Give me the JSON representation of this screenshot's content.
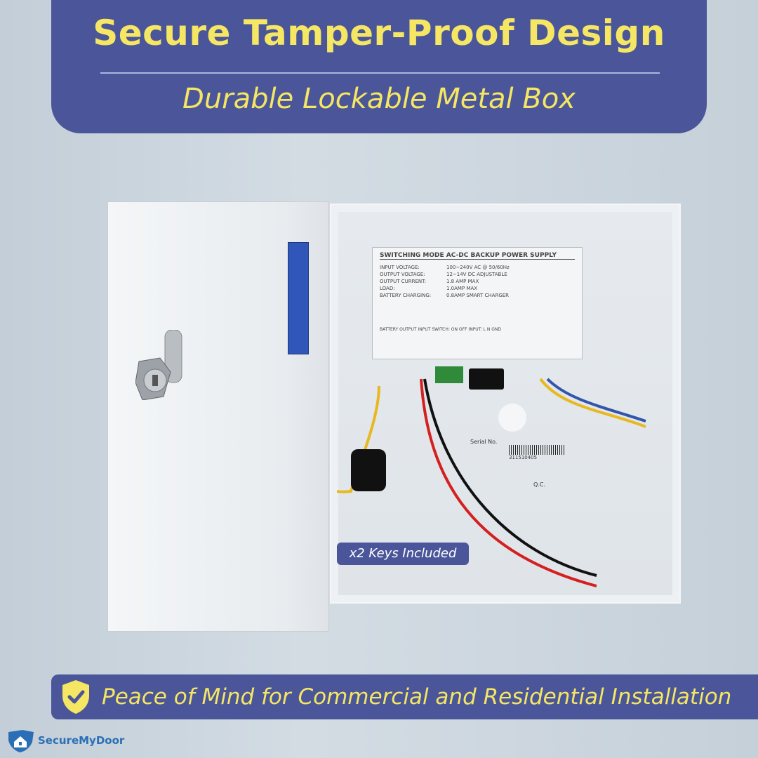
{
  "header": {
    "title": "Secure Tamper-Proof Design",
    "subtitle": "Durable Lockable Metal Box"
  },
  "product": {
    "psu_title": "SWITCHING MODE AC-DC BACKUP POWER SUPPLY",
    "specs": [
      {
        "label": "INPUT VOLTAGE:",
        "value": "100~240V AC @ 50/60Hz"
      },
      {
        "label": "OUTPUT VOLTAGE:",
        "value": "12~14V DC ADJUSTABLE"
      },
      {
        "label": "OUTPUT CURRENT:",
        "value": "1.8 AMP MAX"
      },
      {
        "label": "LOAD:",
        "value": "1.0AMP MAX"
      },
      {
        "label": "BATTERY CHARGING:",
        "value": "0.8AMP SMART CHARGER"
      }
    ],
    "terminals": "BATTERY  OUTPUT   INPUT SWITCH: ON OFF   INPUT: L N GND",
    "serial_label": "Serial No.",
    "serial_number": "311510405",
    "qc_label": "Q.C."
  },
  "keys_label": "x2 Keys Included",
  "banner": {
    "text": "Peace of Mind for Commercial and Residential Installation"
  },
  "brand": {
    "name": "SecureMyDoor"
  },
  "colors": {
    "navy": "#4a5699",
    "yellow": "#f5e663",
    "logo_blue": "#2a6fb5"
  }
}
